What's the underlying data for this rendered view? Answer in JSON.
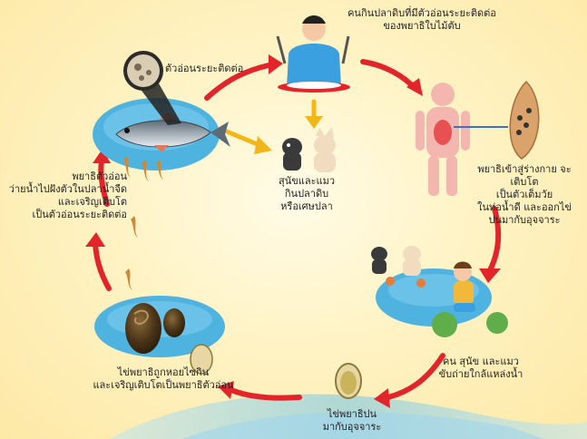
{
  "labels": {
    "infected_larvae": "ตัวอ่อนระยะติดต่อ",
    "human_eats": "คนกินปลาดิบที่มีตัวอ่อนระยะติดต่อ\nของพยาธิใบไม้ตับ",
    "dog_cat_eat": "สุนัขและแมว\nกินปลาดิบ\nหรือเศษปลา",
    "parasite_grows": "พยาธิเข้าสู่ร่างกาย จะเติบโต\nเป็นตัวเต็มวัย\nในท่อน้ำดี และออกไข่\nปนมากับอุจจาระ",
    "cercaria_swim": "พยาธิตัวอ่อน\nว่ายน้ำไปฝังตัวในปลาน้ำจืด\nและเจริญเติบโต\nเป็นตัวอ่อนระยะติดต่อ",
    "excrete_near_water": "คน สุนัข และแมว\nขับถ่ายใกล้แหล่งน้ำ",
    "snail_eats_eggs": "ไข่พยาธิถูกหอยไซกิน\nและเจริญเติบโตเป็นพยาธิตัวอ่อน",
    "eggs_in_feces": "ไข่พยาธิปน\nมากับอุจจาระ"
  },
  "colors": {
    "arrow_red": "#e2252a",
    "arrow_yellow": "#f2b61b",
    "pond": "#4fb3e0",
    "skin": "#f6c9a6",
    "shirt": "#3aa0df"
  }
}
